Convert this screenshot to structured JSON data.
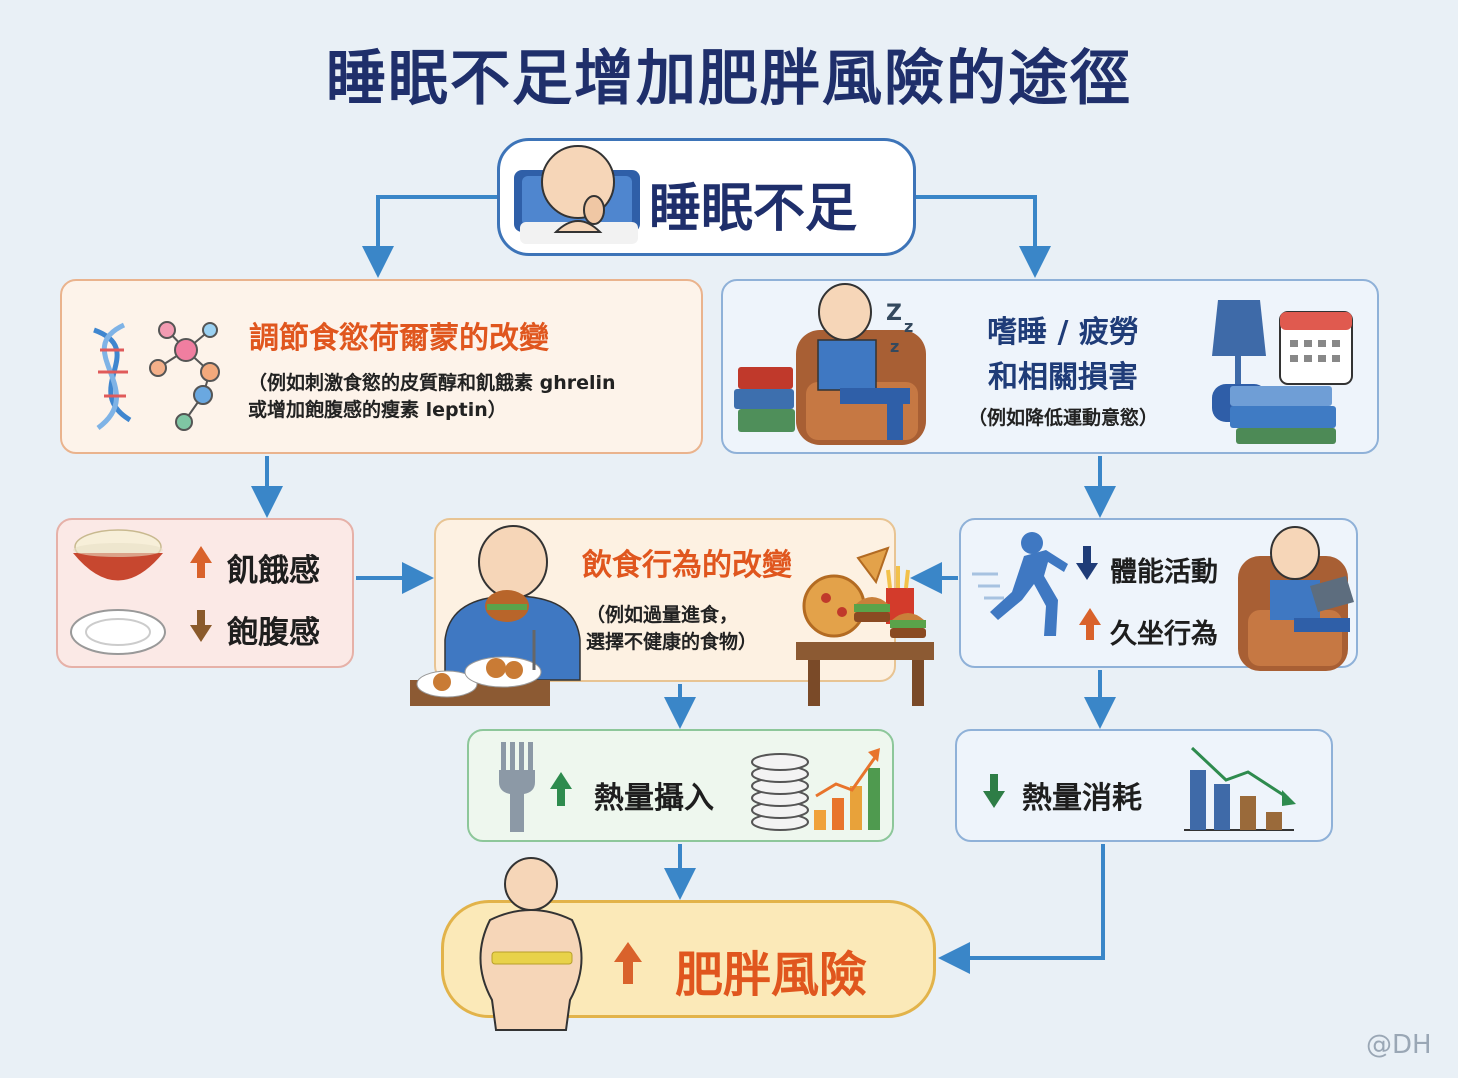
{
  "title": "睡眠不足增加肥胖風險的途徑",
  "top_box": {
    "label": "睡眠不足"
  },
  "hormone_box": {
    "heading": "調節食慾荷爾蒙的改變",
    "note_line1": "（例如刺激食慾的皮質醇和飢餓素 ghrelin",
    "note_line2": "或增加飽腹感的瘦素 leptin）"
  },
  "fatigue_box": {
    "heading_line1": "嗜睡 / 疲勞",
    "heading_line2": "和相關損害",
    "note": "（例如降低運動意慾）"
  },
  "hunger_box": {
    "hunger_label": "飢餓感",
    "satiety_label": "飽腹感"
  },
  "eating_box": {
    "heading": "飲食行為的改變",
    "note_line1": "（例如過量進食，",
    "note_line2": "選擇不健康的食物）"
  },
  "activity_box": {
    "activity_label": "體能活動",
    "sedentary_label": "久坐行為"
  },
  "intake_box": {
    "label": "熱量攝入"
  },
  "expenditure_box": {
    "label": "熱量消耗"
  },
  "risk_box": {
    "label": "肥胖風險"
  },
  "watermark": "@DH",
  "colors": {
    "title_navy": "#1f2f6b",
    "accent_orange": "#e0561e",
    "arrow_blue": "#3a86c8",
    "up_arrow": "#d9622b",
    "down_arrow": "#8a5a2b",
    "green_up": "#2e8b4e",
    "green_down": "#2e7d46"
  },
  "icons": [
    "dna-icon",
    "molecule-icon",
    "sleeping-person-icon",
    "zzz-icon",
    "armchair-icon",
    "books-icon",
    "lamp-icon",
    "calendar-icon",
    "rice-bowl-icon",
    "empty-plate-icon",
    "eating-person-icon",
    "junk-food-table-icon",
    "running-person-icon",
    "laptop-couch-icon",
    "fork-icon",
    "coin-stack-icon",
    "rising-bar-chart-icon",
    "falling-bar-chart-icon",
    "obese-person-icon"
  ]
}
